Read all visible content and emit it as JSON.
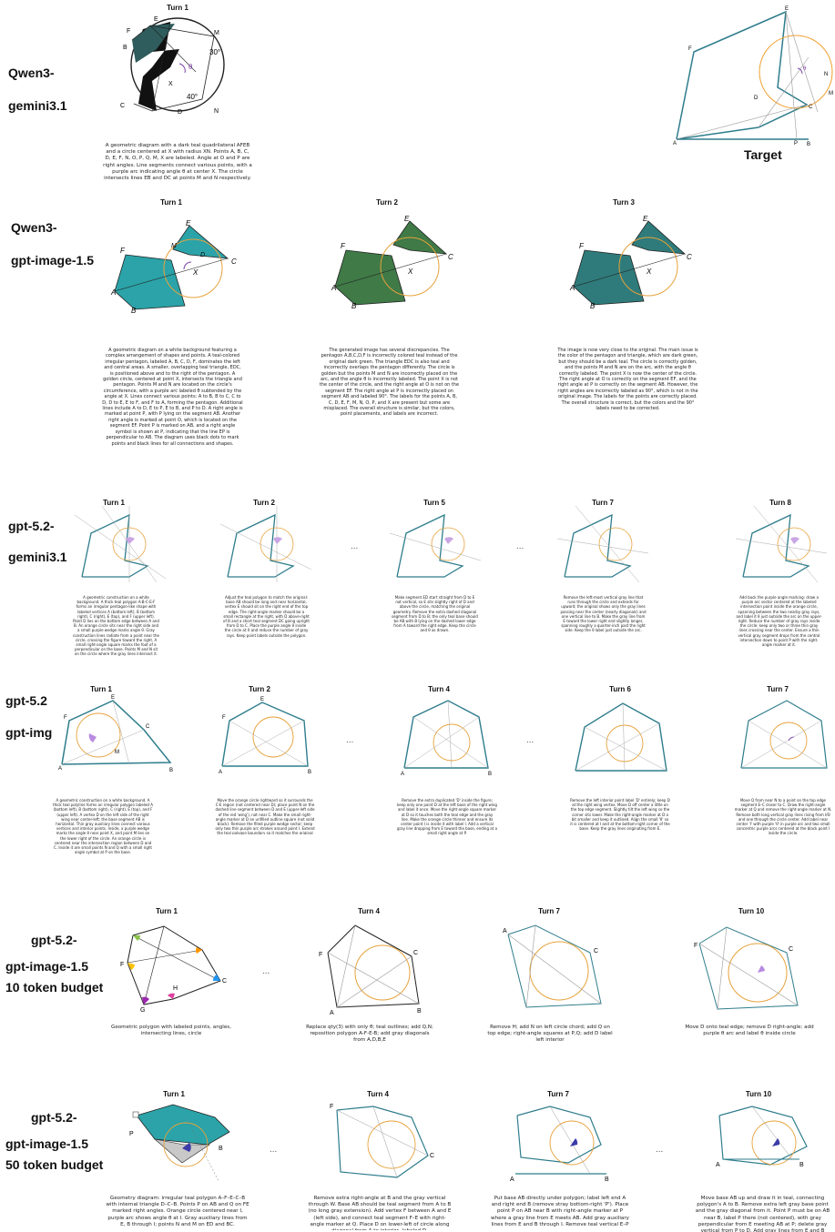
{
  "target_label": "Target",
  "rows": [
    {
      "label_lines": [
        "Qwen3-",
        "gemini3.1"
      ],
      "turns": [
        {
          "title": "Turn 1",
          "caption": "A geometric diagram with a dark teal quadrilateral AFEB and a circle centered at X with radius XN. Points A, B, C, D, E, F, N, O, P, Q, M, X are labeled. Angle at O and P are right angles. Line segments connect various points, with a purple arc indicating angle θ at center X. The circle intersects lines EB and DC at points M and N respectively."
        }
      ]
    },
    {
      "label_lines": [
        "Qwen3-",
        "gpt-image-1.5"
      ],
      "turns": [
        {
          "title": "Turn 1",
          "caption": "A geometric diagram on a white background featuring a complex arrangement of shapes and points. A teal-colored irregular pentagon, labeled A, B, C, D, F, dominates the left and central areas. A smaller, overlapping teal triangle, EDC, is positioned above and to the right of the pentagon. A golden circle, centered at point X, intersects the triangle and pentagon. Points M and N are located on the circle's circumference, with a purple arc labeled θ subtended by the angle at X. Lines connect various points: A to B, B to C, C to D, D to E, E to F, and F to A, forming the pentagon. Additional lines include A to D, E to P, E to B, and P to D. A right angle is marked at point P, with P lying on the segment AB. Another right angle is marked at point O, which is located on the segment EF. Point P is marked on AB, and a right angle symbol is shown at P, indicating that the line EP is perpendicular to AB. The diagram uses black dots to mark points and black lines for all connections and shapes."
        },
        {
          "title": "Turn 2",
          "caption": "The generated image has several discrepancies. The pentagon A,B,C,D,F is incorrectly colored teal instead of the original dark green. The triangle EDC is also teal and incorrectly overlaps the pentagon differently. The circle is golden but the points M and N are incorrectly placed on the arc, and the angle θ is incorrectly labeled. The point X is not the center of the circle, and the right angle at O is not on the segment EF. The right angle at P is incorrectly placed on segment AB and labeled 90°. The labels for the points A, B, C, D, E, F, M, N, O, P, and X are present but some are misplaced. The overall structure is similar, but the colors, point placements, and labels are incorrect."
        },
        {
          "title": "Turn 3",
          "caption": "The image is now very close to the original. The main issue is the color of the pentagon and triangle, which are dark green, but they should be a dark teal. The circle is correctly golden, and the points M and N are on the arc, with the angle θ correctly labeled. The point X is now the center of the circle. The right angle at O is correctly on the segment EF, and the right angle at P is correctly on the segment AB. However, the right angles are incorrectly labeled as 90°, which is not in the original image. The labels for the points are correctly placed. The overall structure is correct, but the colors and the 90° labels need to be corrected."
        }
      ]
    },
    {
      "label_lines": [
        "gpt-5.2-",
        "gemini3.1"
      ],
      "turns": [
        {
          "title": "Turn 1",
          "caption": "A geometric construction on a white background. A thick teal polygon A-B-C-E-F forms an irregular pentagon-like shape with labeled vertices A (bottom left), B (bottom right), C (right), E (top), and F (upper left). Point D lies on the bottom edge between A and B. An orange circle sits near the right side and a small purple wedge marks angle θ. Gray construction lines radiate from a point near the circle, crossing the figure toward the right. A small right-angle square marks the foot of a perpendicular on the base. Points M and N sit on the circle where the gray lines intersect it."
        },
        {
          "title": "Turn 2",
          "caption": "Adjust the teal polygon to match the original: base AB should be long and near horizontal, vertex E should sit on the right end of the top edge. The right-angle marker should be a small rectangle at the right, with D above-right of B and a short teal segment DC going upright from D to C. Place the purple angle θ inside the circle at X and reduce the number of gray rays. Keep point labels outside the polygon."
        },
        {
          "title": "Turn 5",
          "caption": "Make segment ED start straight from D to E not vertical, so E sits slightly right of D and above the circle, matching the original geometry. Remove the extra dashed diagonal segment from D to B; the only teal base should be AB with B lying on the dashed lower edge from A toward the right edge. Keep the circle and θ as drawn."
        },
        {
          "title": "Turn 7",
          "caption": "Remove the left-most vertical gray line that runs through the circle and extends far upward; the original shows only the gray lines passing near the center (nearly diagonals) and one vertical line to B. Make the gray line from E toward the lower right end slightly longer, spanning roughly a quarter-inch past the right side. Keep the θ label just outside the arc."
        },
        {
          "title": "Turn 8",
          "caption": "Add back the purple angle marking: draw a purple arc sector centered at the labeled intersection point inside the orange circle, spanning between the two nearby gray rays, and label it θ just outside the arc on the upper-right. Reduce the number of gray rays inside the circle: keep only two or three thin gray lines crossing near the center. Ensure a thin vertical gray segment drops from the central intersection down to point P with the right-angle marker at it."
        }
      ]
    },
    {
      "label_lines": [
        "gpt-5.2",
        "gpt-img"
      ],
      "turns": [
        {
          "title": "Turn 1",
          "caption": "A geometric construction on a white background. A thick teal polyline forms an irregular polygon labeled A (bottom left), B (bottom right), C (right), E (top), and F (upper left). A vertex D on the left side of the right wing near center-left; the base segment AB is horizontal. Thin gray auxiliary lines connect various vertices and interior points. Inside, a purple wedge marks the angle θ near point X, and point M lies on the lower right of the circle. An orange circle is centered near the intersection region between D and C. Inside it are small points N and Q with a small right angle symbol at P on the base."
        },
        {
          "title": "Turn 2",
          "caption": "Move the orange circle rightward so it surrounds the C-E region (not centered near D); place point N on the dashed line segment between D and E (upper-left side of the red 'wing'), not near C. Make the small right-angle marker at D an unfilled outline square (not solid black). Remove the filled purple wedge sector; keep only two thin purple arc strokes around point I. Extend the teal polygon boundary so it matches the original with a sharper peak at E."
        },
        {
          "title": "Turn 4",
          "caption": "Remove the extra duplicated 'D' inside the figure; keep only one point D at the left base of the right wing and label it once. Move the right-angle square marker at D so it touches both the teal edge and the gray line. Make the orange circle thinner and ensure its center point I is inside it with label I. Add a vertical gray line dropping from E toward the base, ending at a small right angle at P."
        },
        {
          "title": "Turn 6",
          "caption": "Remove the left interior point label 'D' entirely; keep D at the right wing vertex. Move D off center a little on the top edge segment. Slightly tilt the left wing so the corner sits lower. Make the right-angle marker at D a bit smaller and keep it outlined. Align the small 'θ' so it is centered at I and at the bottom-right corner of the base. Keep the gray lines originating from E."
        },
        {
          "title": "Turn 7",
          "caption": "Move Q from near N to a point on the top edge segment E–C closer to C. Draw the right-angle marker at Q and remove the right-angle marker at N. Remove both long vertical gray lines rising from I/Θ and one through the circle center. Add label near center 'I' with purple 'θ' in purple arc and two small concentric purple arcs centered at the black point I inside the circle."
        }
      ]
    },
    {
      "label_lines": [
        "gpt-5.2-",
        "gpt-image-1.5",
        "10 token budget"
      ],
      "turns": [
        {
          "title": "Turn 1",
          "caption": "Geometric polygon with labeled points, angles, intersecting lines, circle"
        },
        {
          "title": "Turn 4",
          "caption": "Replace qty(3) with only θ; teal outlines; add Q,N; reposition polygon A-F-E-B; add gray diagonals from A,D,B,E"
        },
        {
          "title": "Turn 7",
          "caption": "Remove H; add N on left circle chord; add Q on top edge; right-angle squares at P,Q; add D label left interior"
        },
        {
          "title": "Turn 10",
          "caption": "Move D onto teal edge; remove D right-angle; add purple θ arc and label θ inside circle"
        }
      ]
    },
    {
      "label_lines": [
        "gpt-5.2-",
        "gpt-image-1.5",
        "50 token budget"
      ],
      "turns": [
        {
          "title": "Turn 1",
          "caption": "Geometry diagram: irregular teal polygon A–F–E–C–B with internal triangle D–C–B. Points P on AB and Q on FE marked right angles. Orange circle centered near I, purple arc shows angle θ at I. Gray auxiliary lines from E, B through I; points N and M on ED and BC."
        },
        {
          "title": "Turn 4",
          "caption": "Remove extra right-angle at B and the gray vertical through W. Base AB should be teal segment from A to B (no long gray extension). Add vertex F between A and E (left side), and connect teal segment F–E with right-angle marker at Q. Place D on lower-left of circle along diagonal from A to interior, labeled D."
        },
        {
          "title": "Turn 7",
          "caption": "Put base AB directly under polygon; label left end A and right end B (remove stray bottom-right 'P'). Place point P on AB near B with right-angle marker at P where a gray line from E meets AB. Add gray auxiliary lines from E and B through I. Remove teal vertical E–P segment, only gray."
        },
        {
          "title": "Turn 10",
          "caption": "Move base AB up and draw it in teal, connecting polygon's A to B. Remove extra left gray base point and the gray diagonal from it. Point P must be on AB near B, label P there (not centered), with gray perpendicular from E meeting AB at P; delete gray vertical from P to D. Add gray lines from E and B through I as in original."
        }
      ]
    }
  ],
  "ellipsis": "..."
}
